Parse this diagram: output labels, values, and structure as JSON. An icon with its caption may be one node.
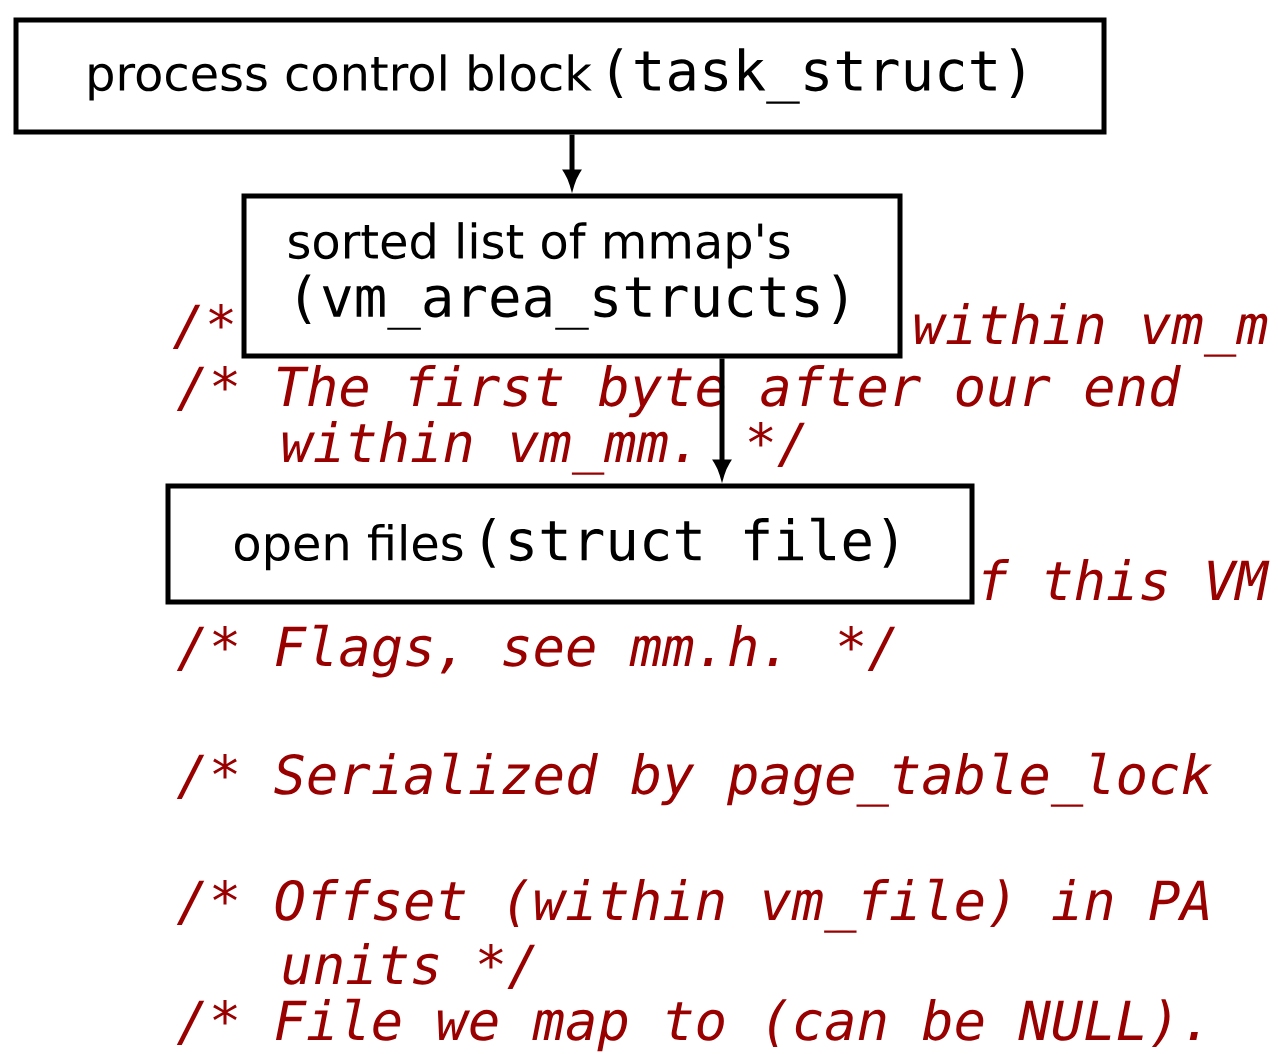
{
  "diagram": {
    "nodes": [
      {
        "text": [
          "process control block",
          "(task_struct)"
        ]
      },
      {
        "text": [
          "sorted list of mmap's",
          "(vm_area_structs)"
        ]
      },
      {
        "text": [
          "open files",
          "(struct file)"
        ]
      }
    ],
    "edges": [
      {
        "from": 0,
        "to": 1,
        "arrow": "to"
      },
      {
        "from": 1,
        "to": 2,
        "arrow": "to"
      }
    ],
    "labels": [
      "/*",
      "within vm_m",
      "/* The first byte after our end",
      "within vm_mm. */",
      "f this VM",
      "/* Flags, see mm.h. */",
      "/* Serialized by page_table_lock",
      "/* Offset (within vm_file) in PA",
      "units */",
      "/* File we map to (can be NULL)."
    ]
  }
}
